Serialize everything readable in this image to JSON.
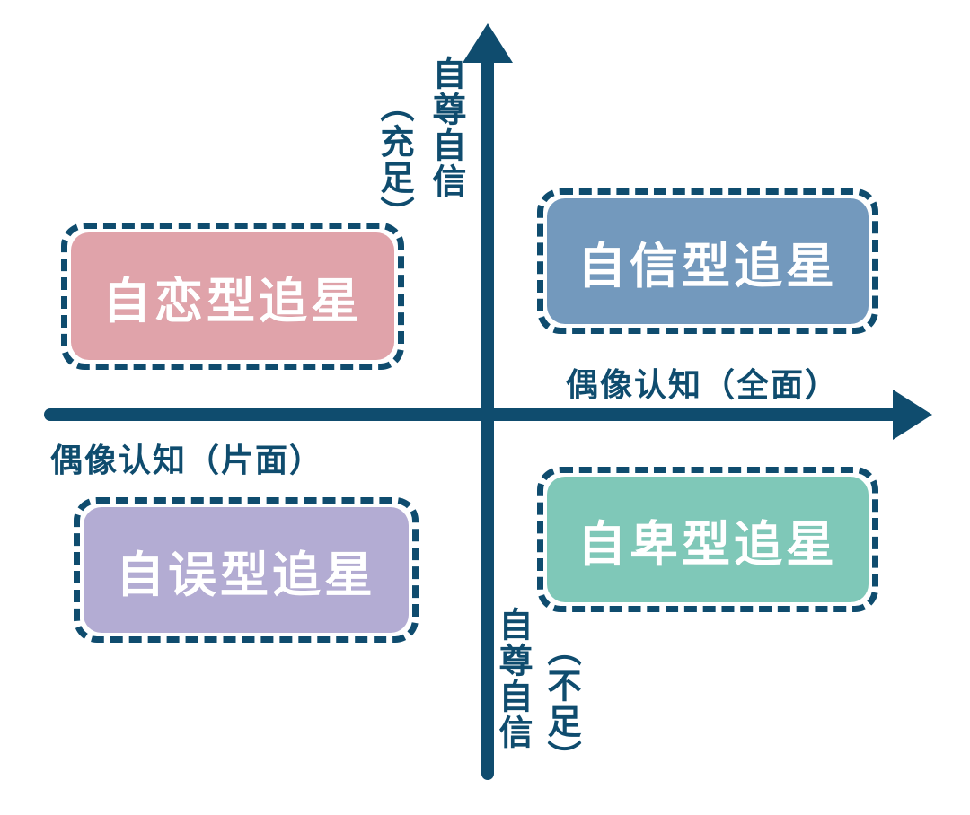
{
  "colors": {
    "axis": "#0f4c6e",
    "border": "#0f4c6e",
    "top_left_fill": "#e0a3aa",
    "top_right_fill": "#7399bd",
    "bottom_left_fill": "#b3acd3",
    "bottom_right_fill": "#7fc8b8",
    "label_text": "#ffffff"
  },
  "axes": {
    "y_top": {
      "line1": "自尊自信",
      "line2": "（充足）"
    },
    "y_bottom": {
      "line1": "自尊自信",
      "line2": "（不足）"
    },
    "x_right": "偶像认知（全面）",
    "x_left": "偶像认知（片面）"
  },
  "quadrants": {
    "top_left": "自恋型追星",
    "top_right": "自信型追星",
    "bottom_left": "自误型追星",
    "bottom_right": "自卑型追星"
  }
}
